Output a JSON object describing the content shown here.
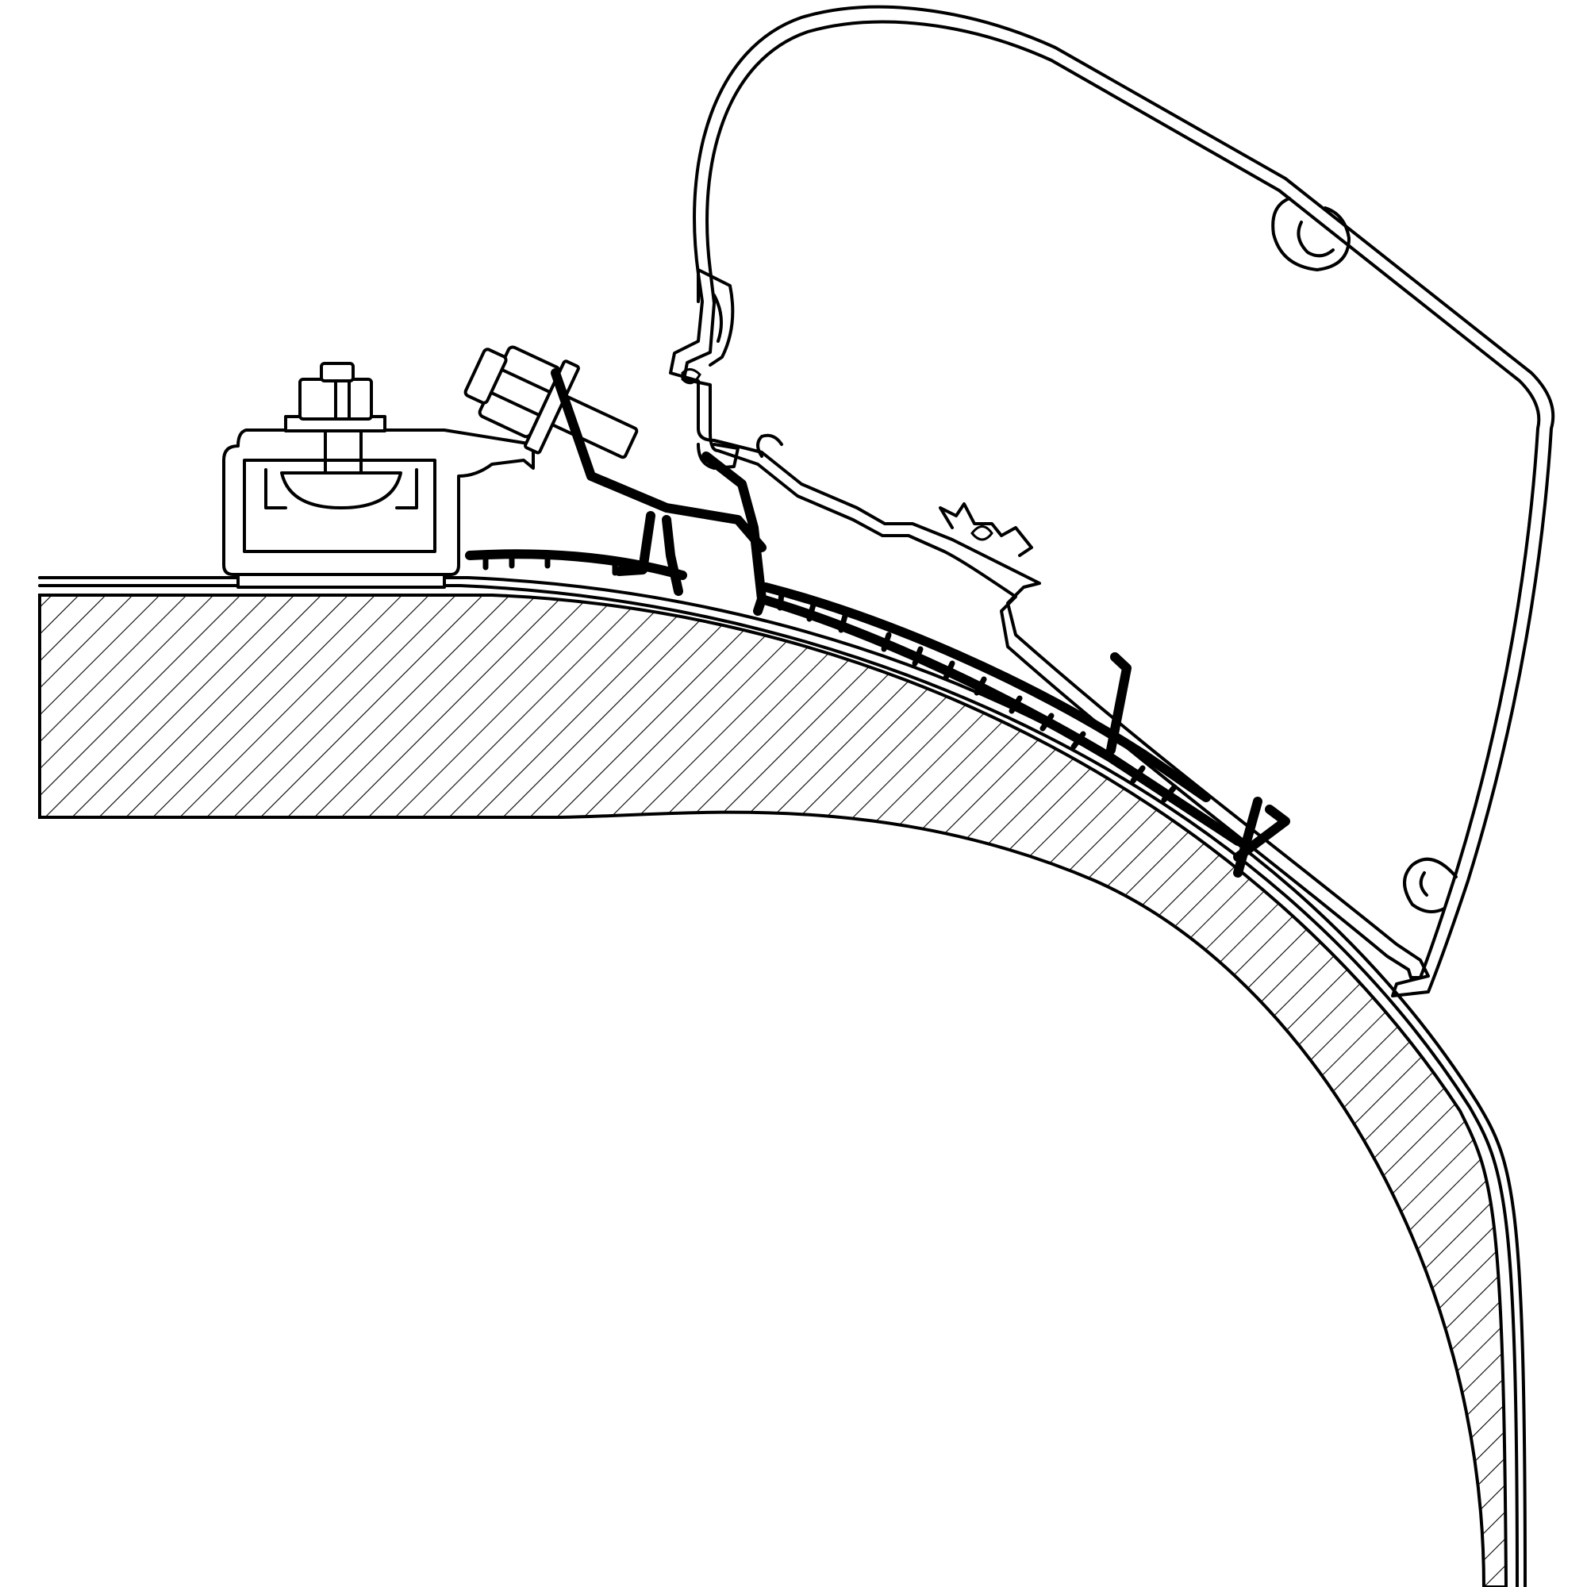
{
  "diagram": {
    "type": "technical-cross-section",
    "line_color": "#000000",
    "background_color": "#ffffff",
    "hatch_color": "#000000",
    "parts": [
      "vehicle-roof-wall",
      "roof-rail-clamp",
      "mounting-bolt-nut",
      "angled-bolt-nut",
      "adapter-bracket",
      "rubber-seal-strip",
      "awning-case"
    ]
  }
}
